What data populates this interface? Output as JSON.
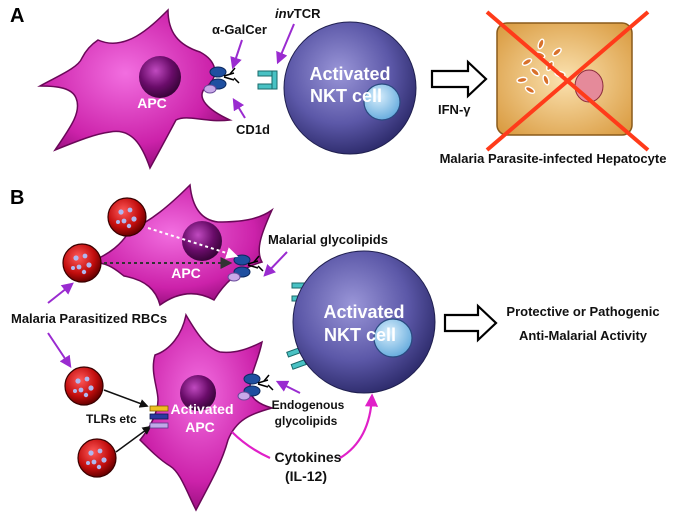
{
  "panels": [
    "A",
    "B"
  ],
  "labels": {
    "apc": "APC",
    "galcer": "α-GalCer",
    "inv_prefix": "inv",
    "tcr": "TCR",
    "cd1d": "CD1d",
    "activated_line1": "Activated",
    "activated_line2": "NKT cell",
    "ifn": "IFN-γ",
    "hepatocyte": "Malaria Parasite-infected Hepatocyte",
    "malarial_glycolipids": "Malarial glycolipids",
    "parasitized_rbcs": "Malaria Parasitized RBCs",
    "tlrs": "TLRs etc",
    "activated_apc_line1": "Activated",
    "activated_apc_line2": "APC",
    "endogenous_line1": "Endogenous",
    "endogenous_line2": "glycolipids",
    "cytokines_line1": "Cytokines",
    "cytokines_line2": "(IL-12)",
    "outcome_line1": "Protective or Pathogenic",
    "outcome_line2": "Anti-Malarial Activity"
  },
  "colors": {
    "apc": "#cc22aa",
    "nkt": "#6c68b8",
    "nucleus": "#8fc7ee",
    "receptor": "#1f4fa0",
    "tcr": "#49c2c4",
    "arrow_purple": "#9a2bd0",
    "arrow_magenta": "#e020c8",
    "rbc": "#cc1010",
    "hepatocyte": "#e8b060",
    "cross": "#ff3b1a"
  },
  "icons": [
    "apc-cell-icon",
    "nkt-cell-icon",
    "cd1d-receptor-icon",
    "tcr-receptor-icon",
    "rbc-icon",
    "hepatocyte-icon",
    "outline-arrow-icon",
    "tlr-bars-icon"
  ]
}
